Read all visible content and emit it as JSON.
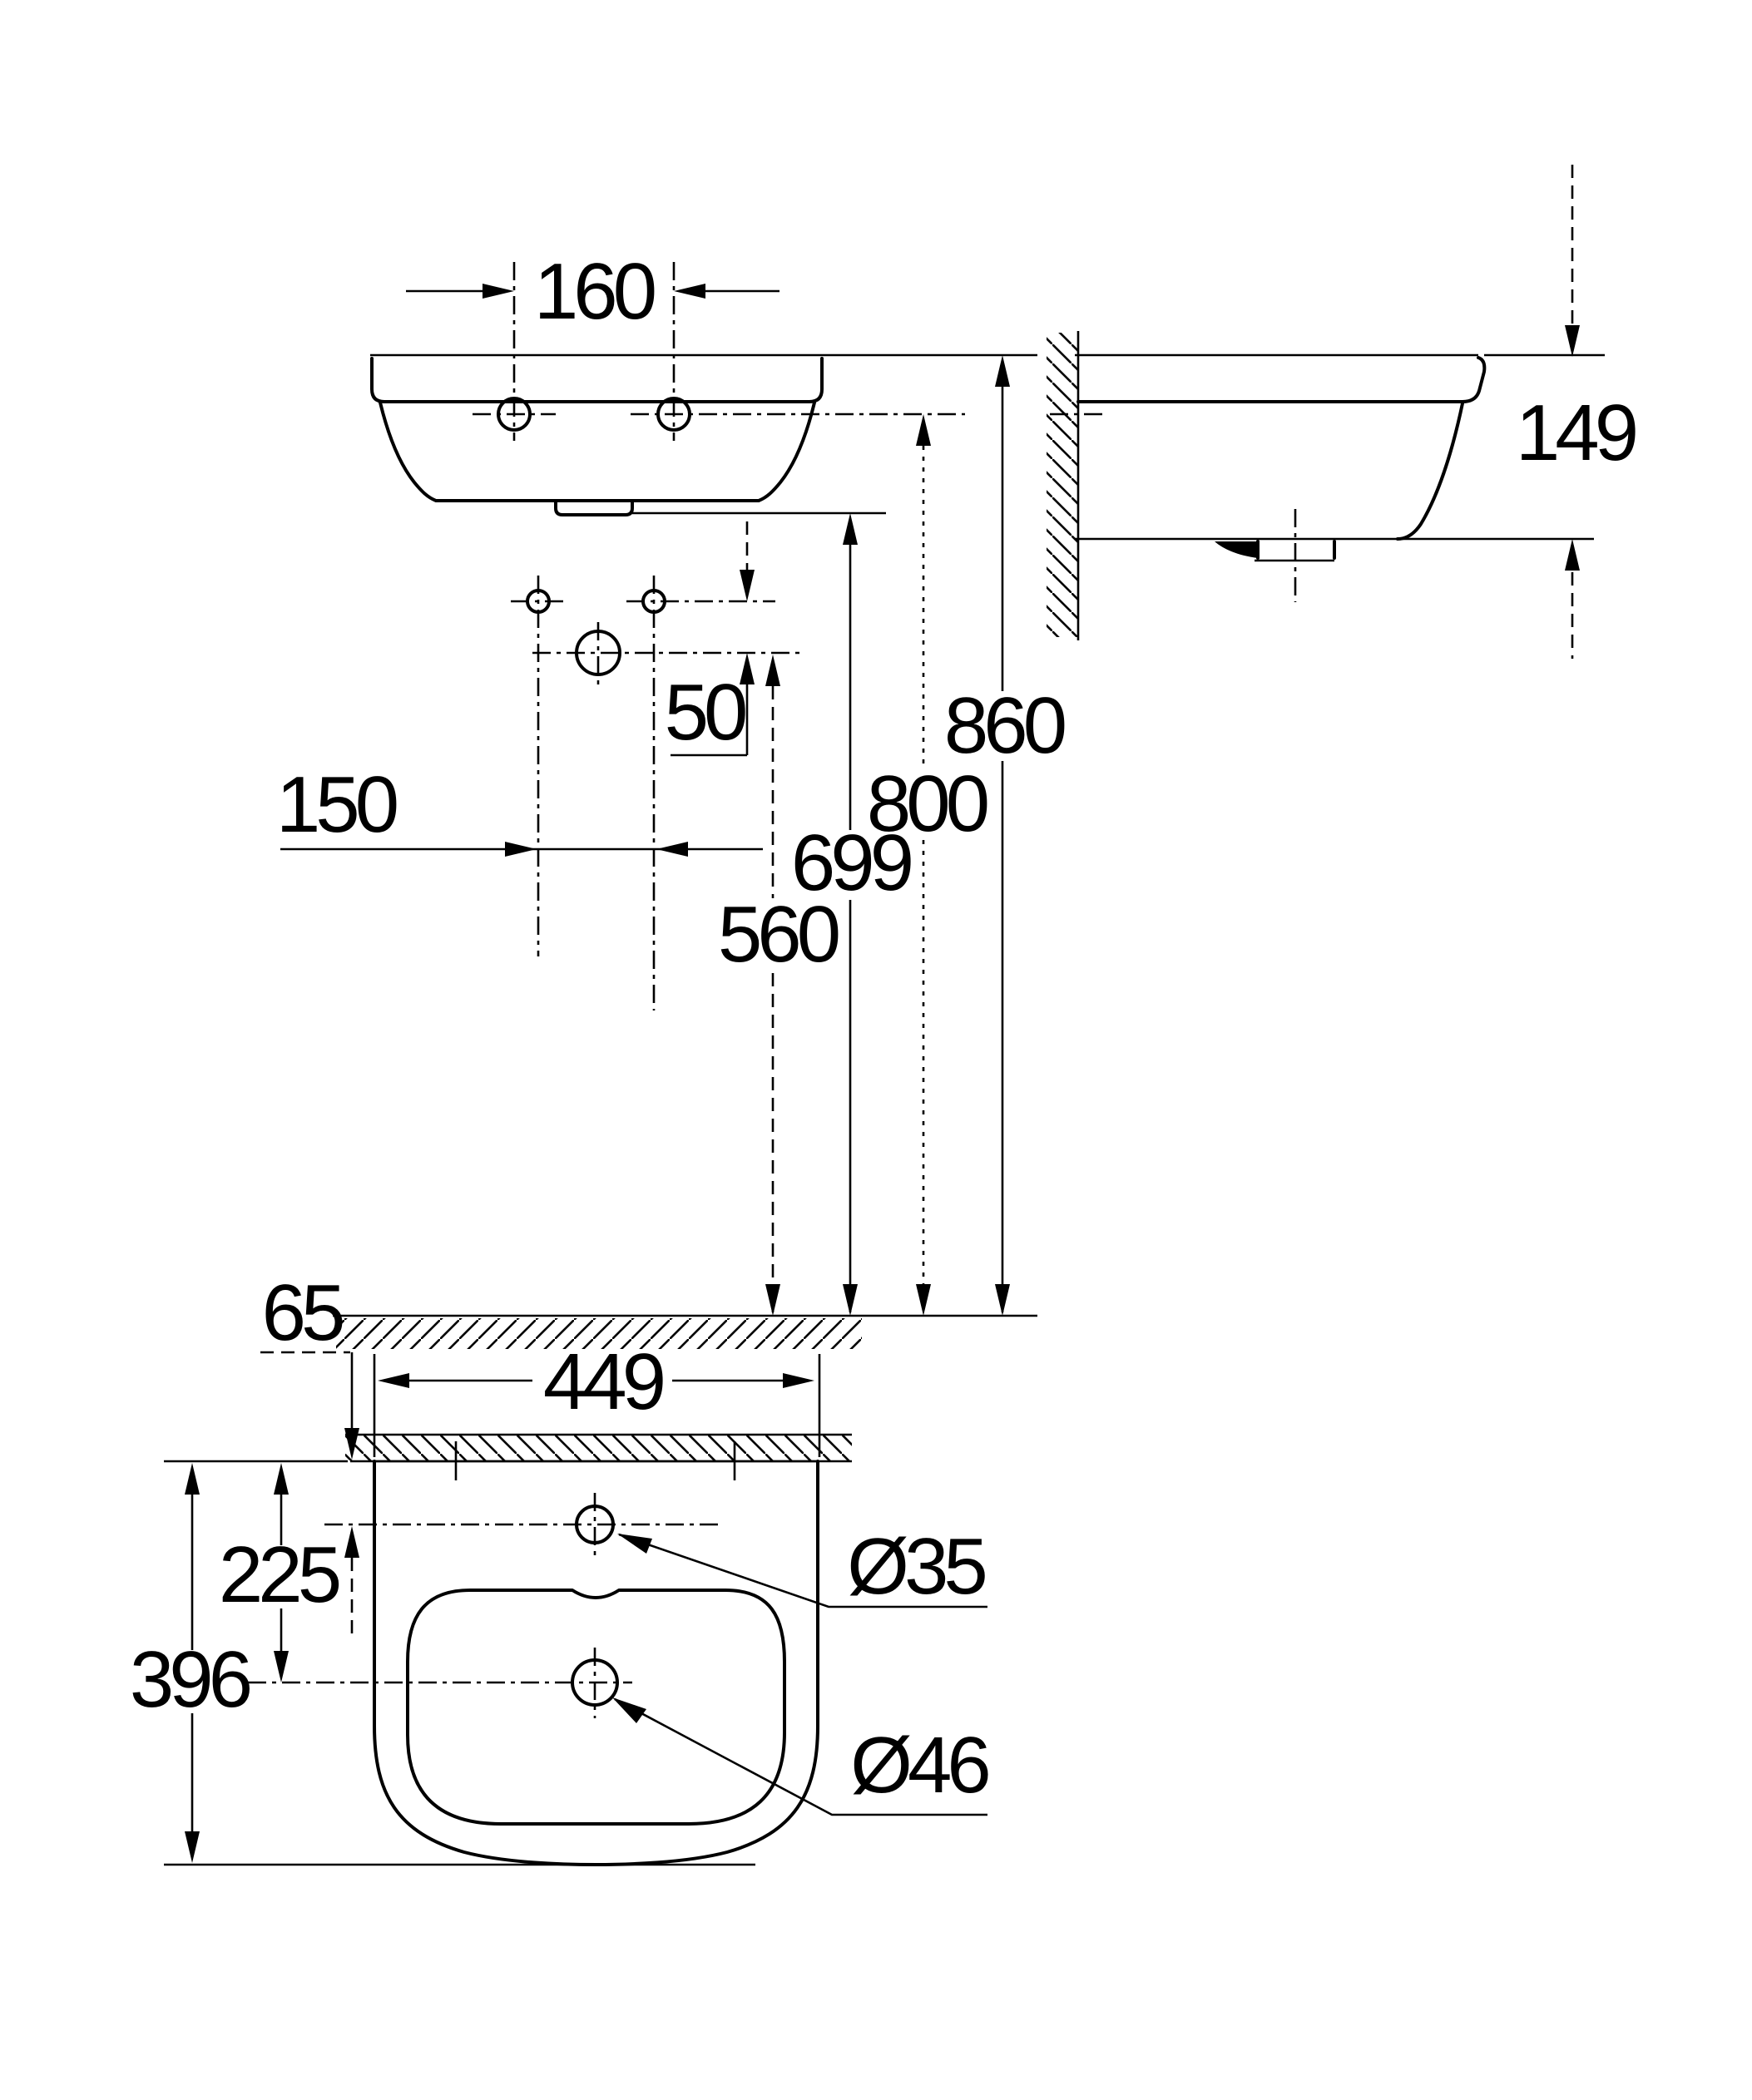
{
  "drawing_type": "washbasin-installation-dimension-drawing",
  "units_implied": "mm",
  "dimensions": {
    "front_view": {
      "tap_hole_spacing": "160",
      "fixing_hole_spacing": "150",
      "fixing_to_drain_offset": "50",
      "heights": {
        "rim": "860",
        "tap_holes": "800",
        "basin_underside": "699",
        "drain_center": "560"
      }
    },
    "side_view": {
      "basin_depth": "149"
    },
    "plan_view": {
      "rear_to_tap_hole": "65",
      "basin_width": "449",
      "rear_to_drain": "225",
      "basin_depth": "396",
      "tap_hole_diameter": "Ø35",
      "drain_diameter": "Ø46"
    }
  }
}
